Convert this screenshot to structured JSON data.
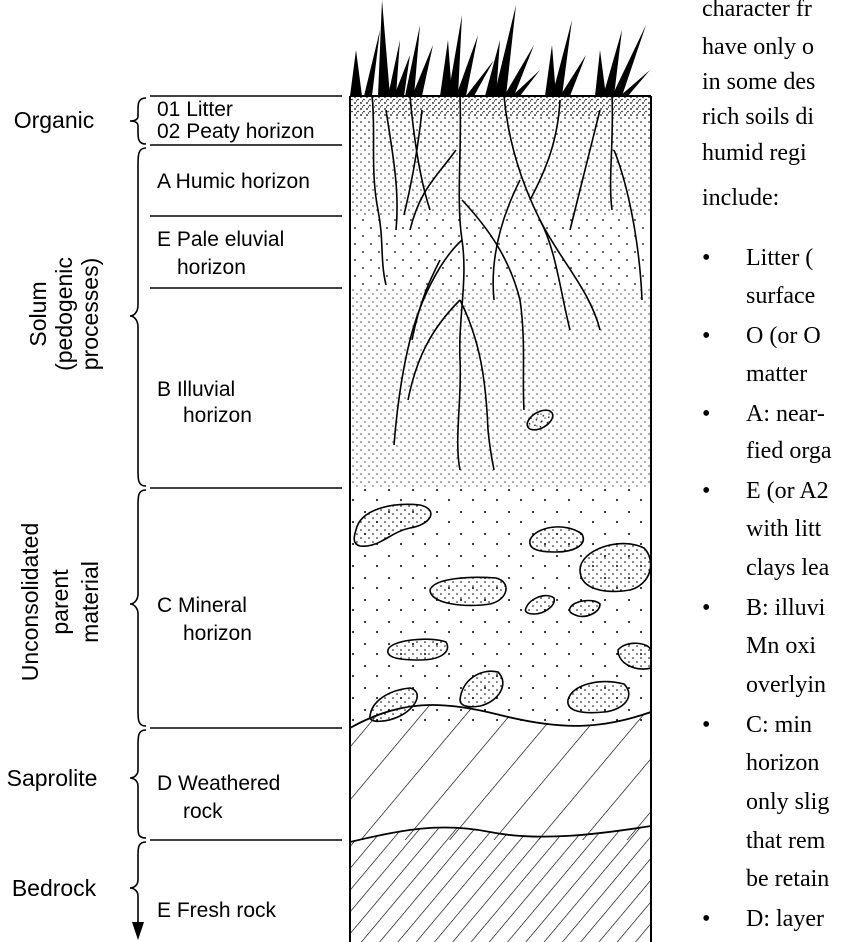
{
  "groups": {
    "organic": "Organic",
    "solum": [
      "Solum",
      "(pedogenic",
      "processes)"
    ],
    "parent": [
      "Unconsolidated",
      "parent",
      "material"
    ],
    "saprolite": "Saprolite",
    "bedrock": "Bedrock"
  },
  "horizons": {
    "o1": "01 Litter",
    "o2": "02 Peaty horizon",
    "a": "A Humic horizon",
    "e": [
      "E Pale eluvial",
      "horizon"
    ],
    "b": [
      "B Illuvial",
      "horizon"
    ],
    "c": [
      "C Mineral",
      "horizon"
    ],
    "d": [
      "D Weathered",
      "rock"
    ],
    "f": "E Fresh rock"
  },
  "side_text": [
    "character fr",
    "have only o",
    "in some des",
    "rich soils di",
    "humid regi",
    "include:"
  ],
  "bullets": [
    [
      "Litter (",
      "surface"
    ],
    [
      "O (or O",
      "matter"
    ],
    [
      "A: near-",
      "fied orga"
    ],
    [
      "E (or A2",
      "with litt",
      "clays lea"
    ],
    [
      "B: illuvi",
      "Mn oxi",
      "overlyin"
    ],
    [
      "C: min",
      "horizon",
      "only slig",
      "that rem",
      "be retain"
    ],
    [
      "D: layer"
    ]
  ]
}
